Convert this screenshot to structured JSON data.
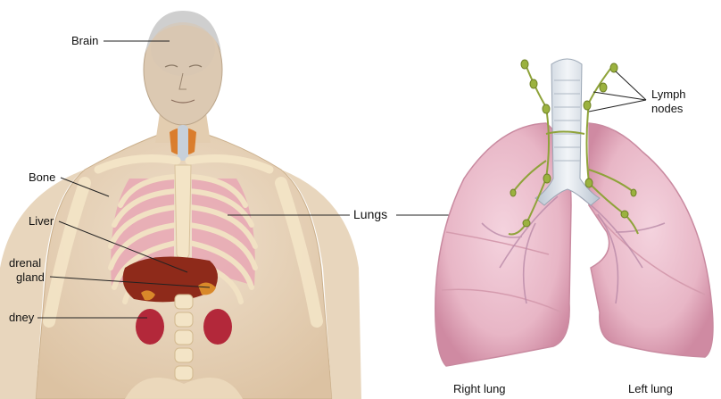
{
  "labels": {
    "brain": "Brain",
    "bone": "Bone",
    "liver": "Liver",
    "adrenal_line1": "drenal",
    "adrenal_line2": "gland",
    "kidney": "dney",
    "lungs": "Lungs",
    "lymph_line1": "Lymph",
    "lymph_line2": "nodes",
    "right_lung": "Right lung",
    "left_lung": "Left lung"
  },
  "colors": {
    "skin": "#e9d7bf",
    "bone": "#f3e4c6",
    "ribs_shadow": "#d9b98a",
    "lung_tissue": "#e9b9c8",
    "lung_edge": "#c98aa0",
    "liver": "#8e2a1a",
    "kidney": "#b3283a",
    "adrenal": "#d9892a",
    "thyroid": "#d8741f",
    "trachea": "#d5dde6",
    "lymph": "#8fa33a",
    "leader_line": "#222222"
  }
}
